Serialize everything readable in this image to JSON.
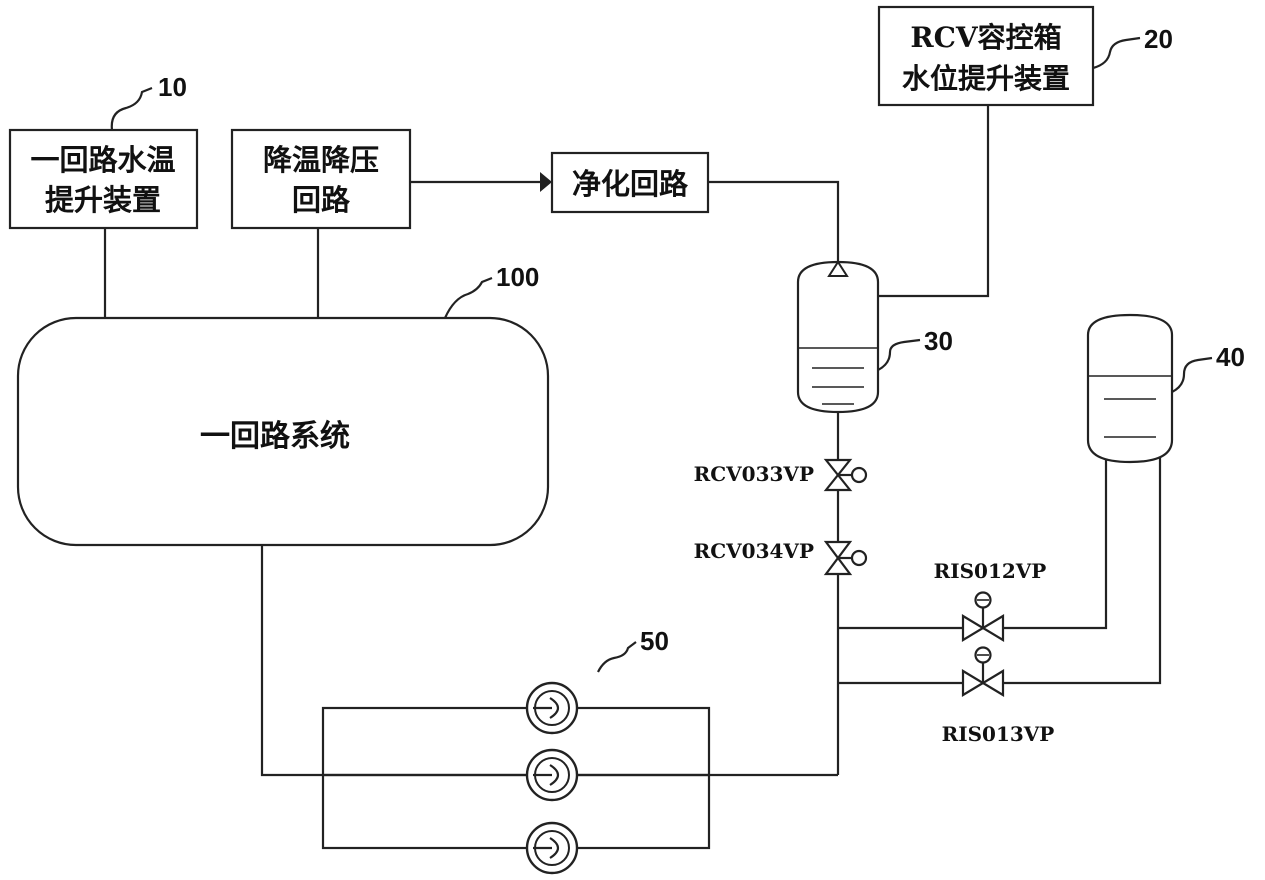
{
  "colors": {
    "stroke": "#222222",
    "background": "#ffffff"
  },
  "refs": {
    "r10": "10",
    "r20": "20",
    "r30": "30",
    "r40": "40",
    "r50": "50",
    "r100": "100"
  },
  "boxes": {
    "temp_raise": {
      "line1": "一回路水温",
      "line2": "提升装置"
    },
    "cool_depress": {
      "line1": "降温降压",
      "line2": "回路"
    },
    "purify": {
      "label": "净化回路"
    },
    "rcv_level": {
      "line1": "RCV容控箱",
      "line2": "水位提升装置"
    },
    "primary": {
      "label": "一回路系统"
    }
  },
  "valves": {
    "rcv033": "RCV033VP",
    "rcv034": "RCV034VP",
    "ris012": "RIS012VP",
    "ris013": "RIS013VP"
  },
  "icons": {
    "tank": "tank-icon",
    "valve": "gate-valve-icon",
    "pump": "pump-icon",
    "arrow": "arrowhead-icon"
  }
}
